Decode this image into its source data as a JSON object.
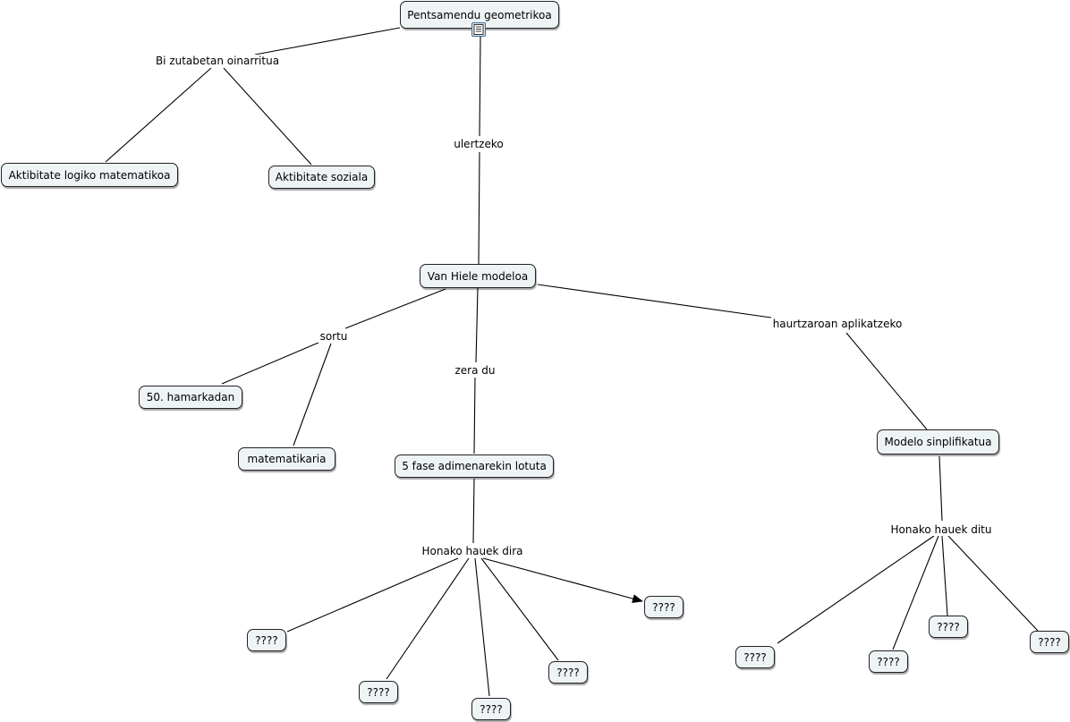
{
  "concepts": {
    "root": "Pentsamendu geometrikoa",
    "logiko": "Aktibitate logiko matematikoa",
    "soziala": "Aktibitate soziala",
    "vanhiele": "Van Hiele modeloa",
    "hamarkadan": "50. hamarkadan",
    "matematikaria": "matematikaria",
    "fase": "5 fase adimenarekin lotuta",
    "sinplifikatua": "Modelo sinplifikatua",
    "f1": "????",
    "f2": "????",
    "f3": "????",
    "f4": "????",
    "f5": "????",
    "s1": "????",
    "s2": "????",
    "s3": "????",
    "s4": "????"
  },
  "links": {
    "bi_zutabetan": "Bi zutabetan oinarritua",
    "ulertzeko": "ulertzeko",
    "sortu": "sortu",
    "zera_du": "zera du",
    "haurtzaroan": "haurtzaroan aplikatzeko",
    "honako_dira": "Honako hauek dira",
    "honako_ditu": "Honako hauek ditu"
  },
  "icons": {
    "resource": "document-icon"
  }
}
